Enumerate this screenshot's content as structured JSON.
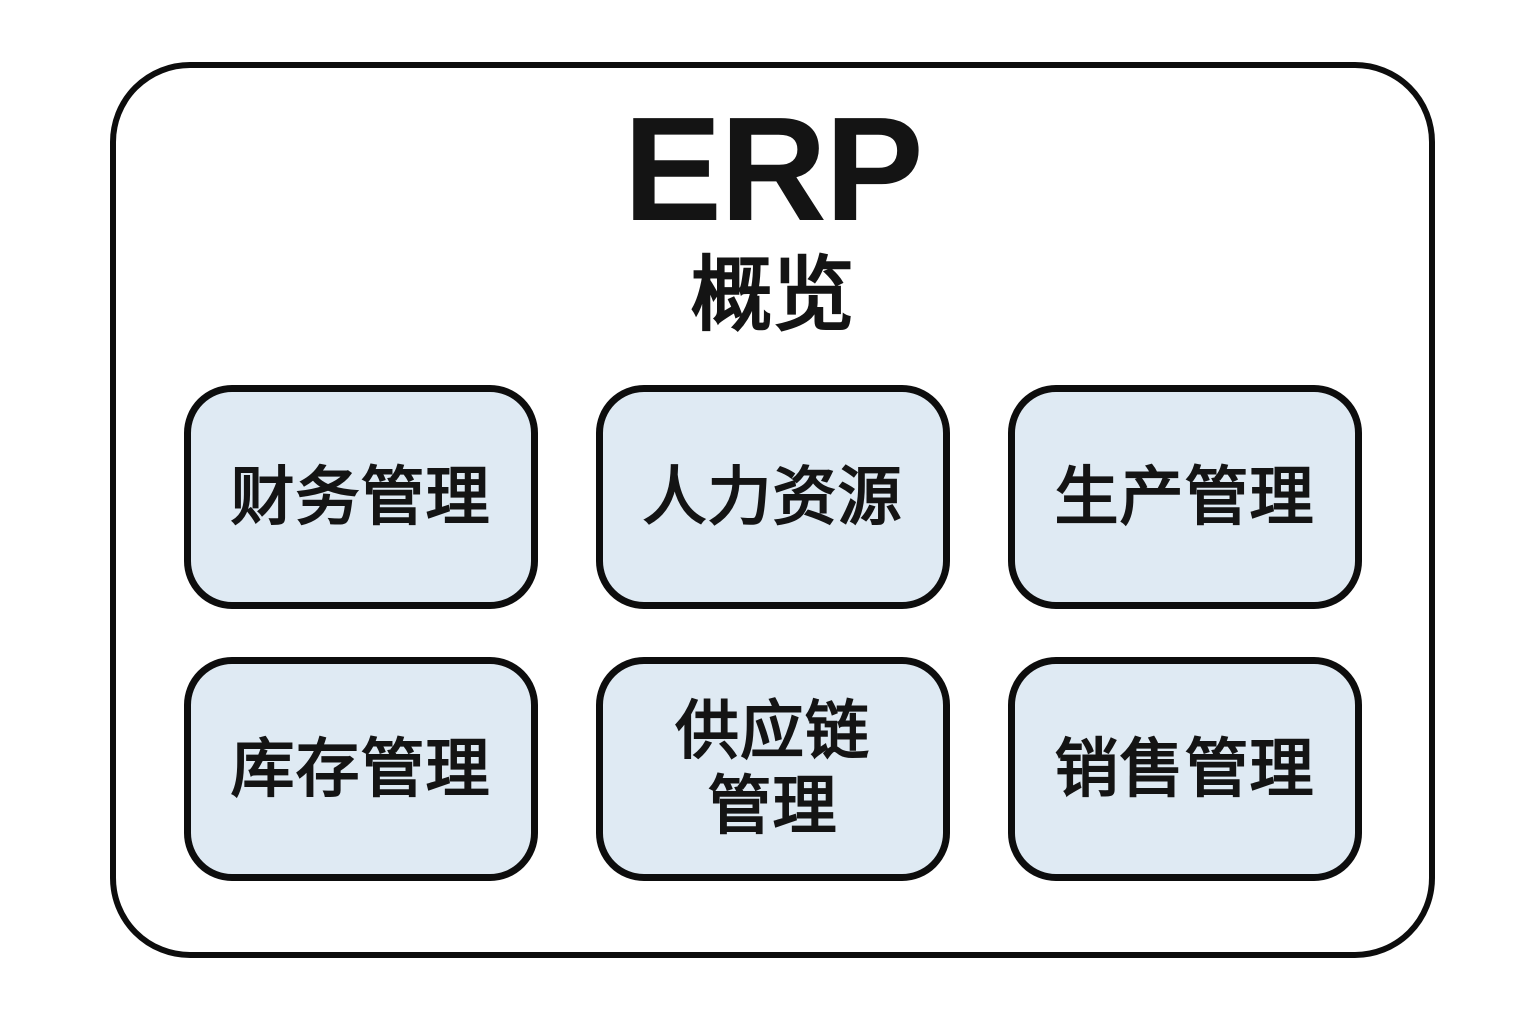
{
  "diagram": {
    "title": "ERP",
    "subtitle": "概览",
    "modules": [
      {
        "label": "财务管理"
      },
      {
        "label": "人力资源"
      },
      {
        "label": "生产管理"
      },
      {
        "label": "库存管理"
      },
      {
        "label": "供应链\n管理"
      },
      {
        "label": "销售管理"
      }
    ],
    "colors": {
      "background": "#ffffff",
      "box_fill": "#dfeaf3",
      "border": "#0d0d0d",
      "text": "#141414"
    }
  }
}
